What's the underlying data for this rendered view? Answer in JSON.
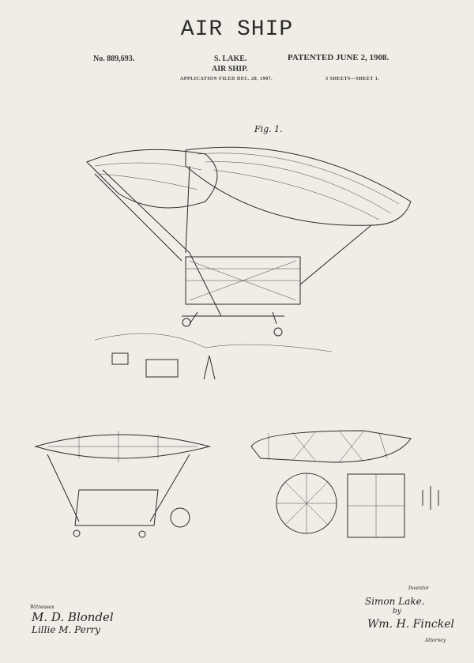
{
  "title": "AIR SHIP",
  "header": {
    "patent_number": "No. 889,693.",
    "inventor": "S. LAKE.",
    "subtitle": "AIR SHIP.",
    "patented": "PATENTED JUNE 2, 1908.",
    "application": "APPLICATION FILED DEC. 20, 1907.",
    "sheets": "3 SHEETS—SHEET 1."
  },
  "figure_label": "Fig. 1.",
  "footer": {
    "witnesses_label": "Witnesses",
    "witness_1": "M. D. Blondel",
    "witness_2": "Lillie M. Perry",
    "inventor_label": "Inventor",
    "inventor_signature": "Simon Lake.",
    "by": "by",
    "attorney_signature": "Wm. H. Finckel",
    "attorney_label": "Attorney"
  },
  "colors": {
    "paper": "#efede6",
    "ink": "#2a2a2a"
  }
}
